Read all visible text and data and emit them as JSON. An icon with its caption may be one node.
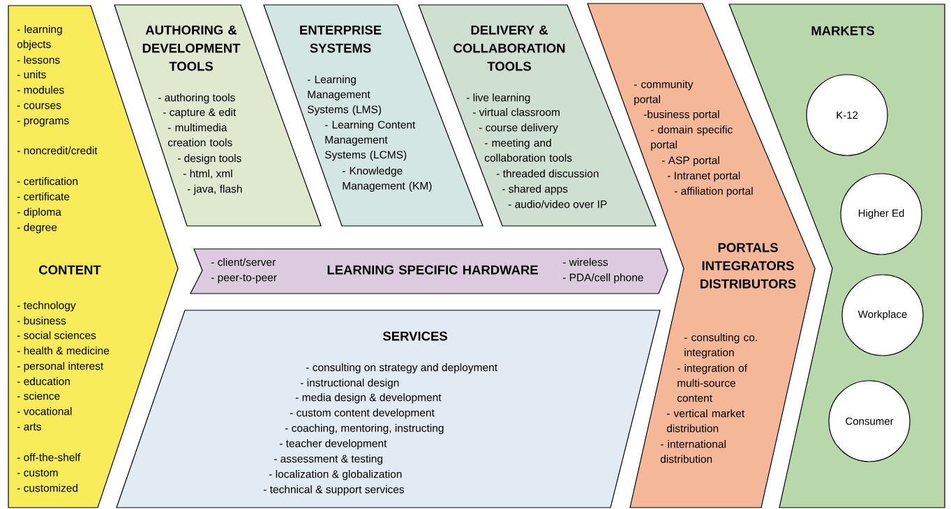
{
  "diagram": {
    "nodes": [
      {
        "text": [
          "- learning objects",
          "- lessons",
          "- units",
          "- modules",
          "- courses",
          "- programs",
          "- noncredit/credit",
          "- certification",
          "- certificate",
          "- diploma",
          "- degree",
          "CONTENT",
          "- technology",
          "- business",
          "- social sciences",
          "- health & medicine",
          "- personal interest",
          "- education",
          "- science",
          "- vocational",
          "- arts",
          "- off-the-shelf",
          "- custom",
          "- customized"
        ]
      },
      {
        "text": [
          "AUTHORING & DEVELOPMENT TOOLS",
          "- authoring tools",
          "- capture & edit",
          "- multimedia creation tools",
          "- design tools",
          "- html, xml",
          "- java, flash"
        ]
      },
      {
        "text": [
          "ENTERPRISE SYSTEMS",
          "- Learning Management Systems (LMS)",
          "- Learning Content Management Systems (LCMS)",
          "- Knowledge Management (KM)"
        ]
      },
      {
        "text": [
          "DELIVERY & COLLABORATION TOOLS",
          "- live learning",
          "- virtual classroom",
          "- course delivery",
          "- meeting and collaboration tools",
          "- threaded discussion",
          "- shared apps",
          "- audio/video over IP"
        ]
      },
      {
        "text": [
          "- client/server",
          "- peer-to-peer",
          "LEARNING SPECIFIC HARDWARE",
          "- wireless",
          "- PDA/cell phone"
        ]
      },
      {
        "text": [
          "SERVICES",
          "- consulting on strategy and deployment",
          "- instructional design",
          "- media design & development",
          "- custom content development",
          "- coaching, mentoring, instructing",
          "- teacher development",
          "- assessment & testing",
          "- localization & globalization",
          "- technical & support services"
        ]
      },
      {
        "text": [
          "- community portal",
          "-business portal",
          "- domain specific portal",
          "- ASP portal",
          "- Intranet portal",
          "- affiliation portal",
          "PORTALS INTEGRATORS DISTRIBUTORS",
          "- consulting co. integration",
          "- integration of multi-source content",
          "- vertical market distribution",
          "- international distribution"
        ]
      },
      {
        "text": [
          "MARKETS"
        ]
      },
      {
        "text": [
          "K-12"
        ],
        "in": 7
      },
      {
        "text": [
          "Higher Ed"
        ],
        "in": 7
      },
      {
        "text": [
          "Workplace"
        ],
        "in": 7
      },
      {
        "text": [
          "Consumer"
        ],
        "in": 7
      }
    ]
  }
}
